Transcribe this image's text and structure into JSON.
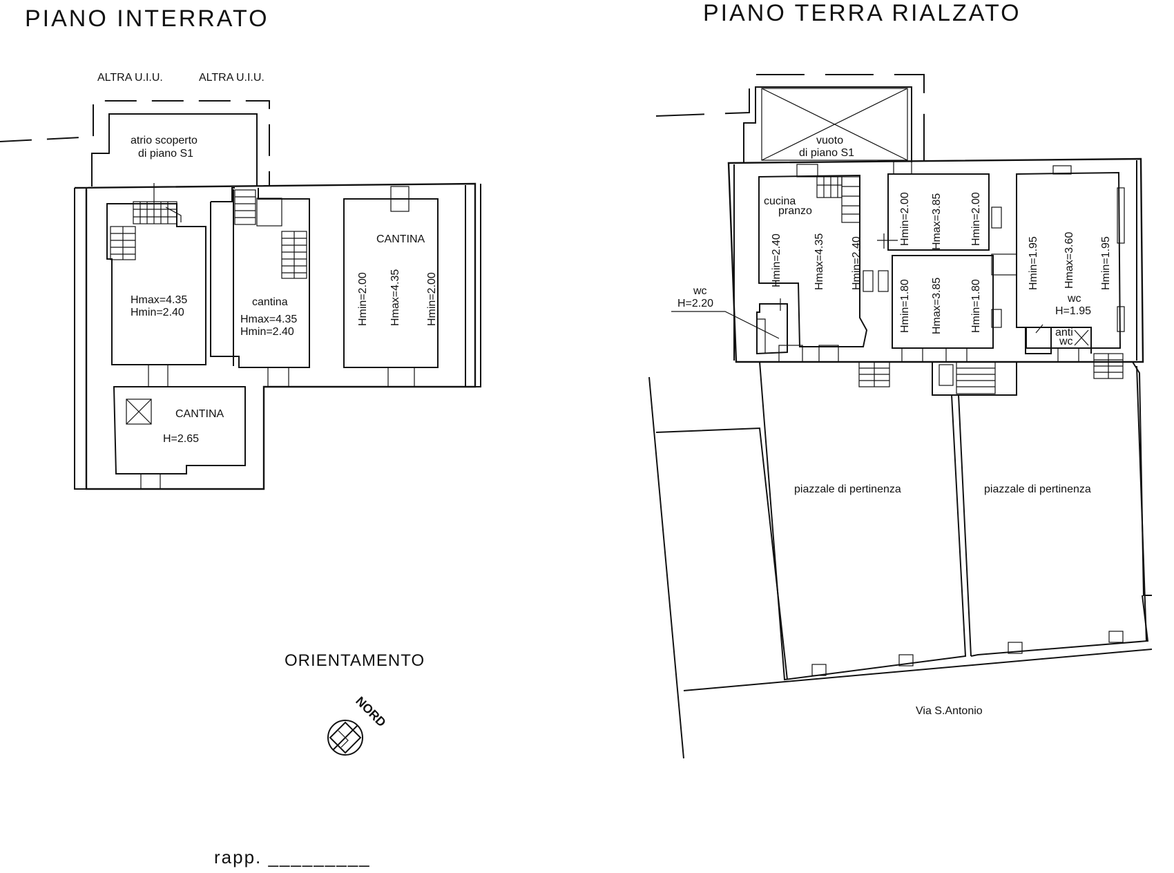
{
  "titles": {
    "basement": "PIANO INTERRATO",
    "ground": "PIANO TERRA RIALZATO"
  },
  "basement": {
    "neighbour_left": "ALTRA U.I.U.",
    "neighbour_right": "ALTRA U.I.U.",
    "atrium_line1": "atrio scoperto",
    "atrium_line2": "di piano S1",
    "room_a_hmax": "Hmax=4.35",
    "room_a_hmin": "Hmin=2.40",
    "cantina_small": "cantina",
    "cantina_small_hmax": "Hmax=4.35",
    "cantina_small_hmin": "Hmin=2.40",
    "cantina_big": "CANTINA",
    "cantina_big_hmin1": "Hmin=2.00",
    "cantina_big_hmax": "Hmax=4.35",
    "cantina_big_hmin2": "Hmin=2.00",
    "cantina_low": "CANTINA",
    "cantina_low_h": "H=2.65"
  },
  "orientation": {
    "label": "ORIENTAMENTO",
    "north": "NORD"
  },
  "scale": {
    "label": "rapp. _________"
  },
  "ground": {
    "void_line1": "vuoto",
    "void_line2": "di piano S1",
    "kitchen_line1": "cucina",
    "kitchen_line2": "pranzo",
    "kitchen_hmin1": "Hmin=2.40",
    "kitchen_hmax": "Hmax=4.35",
    "kitchen_hmin2": "Hmin=2.40",
    "wc1_label": "wc",
    "wc1_h": "H=2.20",
    "room_b_hmin1": "Hmin=2.00",
    "room_b_hmax": "Hmax=3.85",
    "room_b_hmin2": "Hmin=2.00",
    "room_c_hmin1": "Hmin=1.80",
    "room_c_hmax": "Hmax=3.85",
    "room_c_hmin2": "Hmin=1.80",
    "room_d_hmin1": "Hmin=1.95",
    "room_d_hmax": "Hmax=3.60",
    "room_d_hmin2": "Hmin=1.95",
    "wc2_label": "wc",
    "wc2_h": "H=1.95",
    "anti_line1": "anti",
    "anti_line2": "wc",
    "yard_left": "piazzale di pertinenza",
    "yard_right": "piazzale di pertinenza",
    "street": "Via S.Antonio"
  }
}
